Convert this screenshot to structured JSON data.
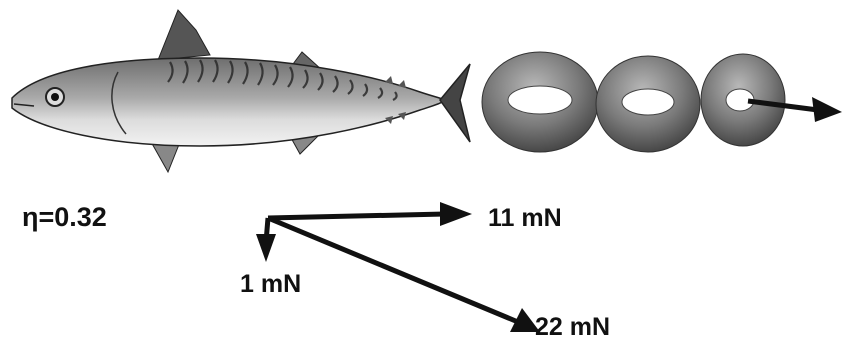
{
  "efficiency": {
    "label": "η=0.32"
  },
  "forces": [
    {
      "label": "11 mN"
    },
    {
      "label": "1 mN"
    },
    {
      "label": "22 mN"
    }
  ],
  "subjects": {
    "fish_icon": "mackerel-illustration",
    "wake_icon": "vortex-rings-icon"
  },
  "colors": {
    "text": "#111111",
    "arrow": "#111111",
    "ring": "#7a7a7a"
  }
}
